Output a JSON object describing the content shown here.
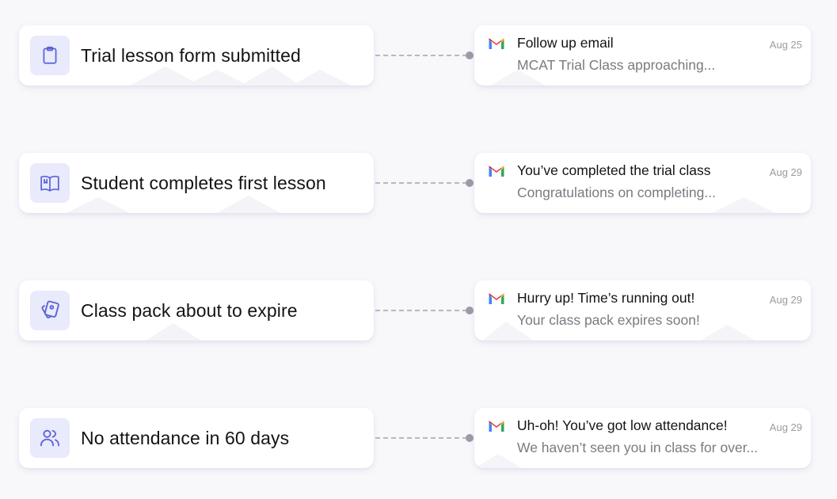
{
  "flows": [
    {
      "trigger": {
        "icon": "clipboard-icon",
        "label": "Trial lesson form submitted"
      },
      "email": {
        "subject": "Follow up email",
        "preview": "MCAT Trial Class approaching...",
        "date": "Aug 25"
      }
    },
    {
      "trigger": {
        "icon": "book-open-icon",
        "label": "Student completes first lesson"
      },
      "email": {
        "subject": "You’ve completed the trial class",
        "preview": "Congratulations on completing...",
        "date": "Aug 29"
      }
    },
    {
      "trigger": {
        "icon": "cards-icon",
        "label": "Class pack about to expire"
      },
      "email": {
        "subject": "Hurry up! Time’s running out!",
        "preview": "Your class pack expires soon!",
        "date": "Aug 29"
      }
    },
    {
      "trigger": {
        "icon": "users-icon",
        "label": "No attendance in 60 days"
      },
      "email": {
        "subject": "Uh-oh! You’ve got low attendance!",
        "preview": "We haven’t seen you in class for over...",
        "date": "Aug 29"
      }
    }
  ],
  "colors": {
    "background": "#f8f8fb",
    "icon_bg": "#e9eafb",
    "icon_stroke": "#5b62d6",
    "connector": "#b7b7c0"
  }
}
